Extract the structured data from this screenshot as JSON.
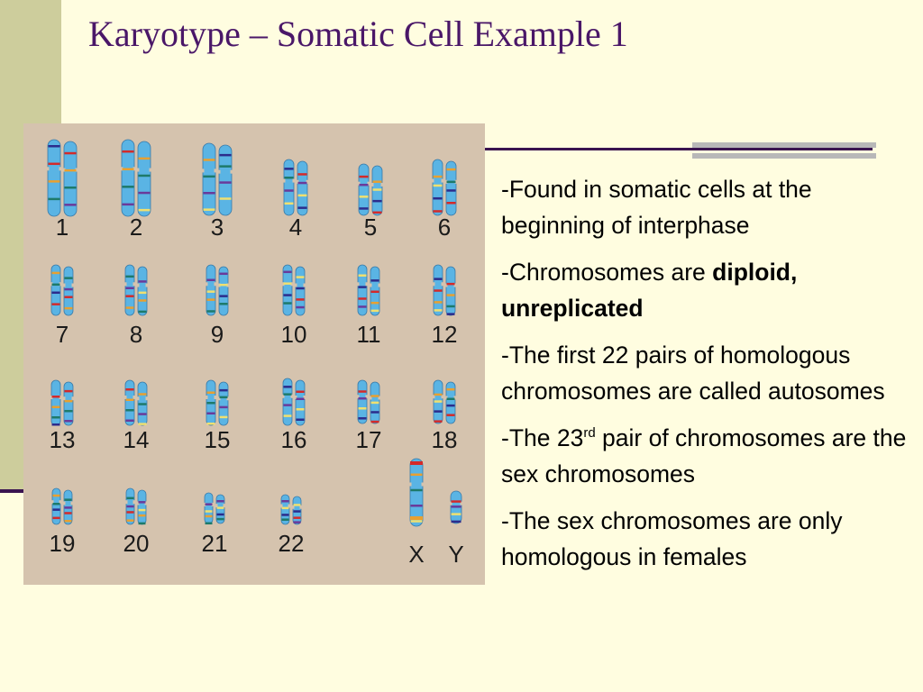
{
  "slide": {
    "title": "Karyotype – Somatic Cell Example 1",
    "colors": {
      "title": "#4a1768",
      "background": "#fffde0",
      "band": "#cdcd9c",
      "chromosome": "#5ab4e4"
    }
  },
  "karyotype": {
    "labels": [
      "1",
      "2",
      "3",
      "4",
      "5",
      "6",
      "7",
      "8",
      "9",
      "10",
      "11",
      "12",
      "13",
      "14",
      "15",
      "16",
      "17",
      "18",
      "19",
      "20",
      "21",
      "22",
      "X",
      "Y"
    ]
  },
  "bullets": {
    "b1": "-Found in somatic cells at the beginning of interphase",
    "b2_pre": "-Chromosomes are ",
    "b2_bold": "diploid, unreplicated",
    "b3": "-The first 22 pairs of homologous chromosomes are called autosomes",
    "b4_pre": "-The 23",
    "b4_sup": "rd",
    "b4_post": " pair of chromosomes are the sex chromosomes",
    "b5": "-The sex chromosomes are only homologous in females"
  }
}
